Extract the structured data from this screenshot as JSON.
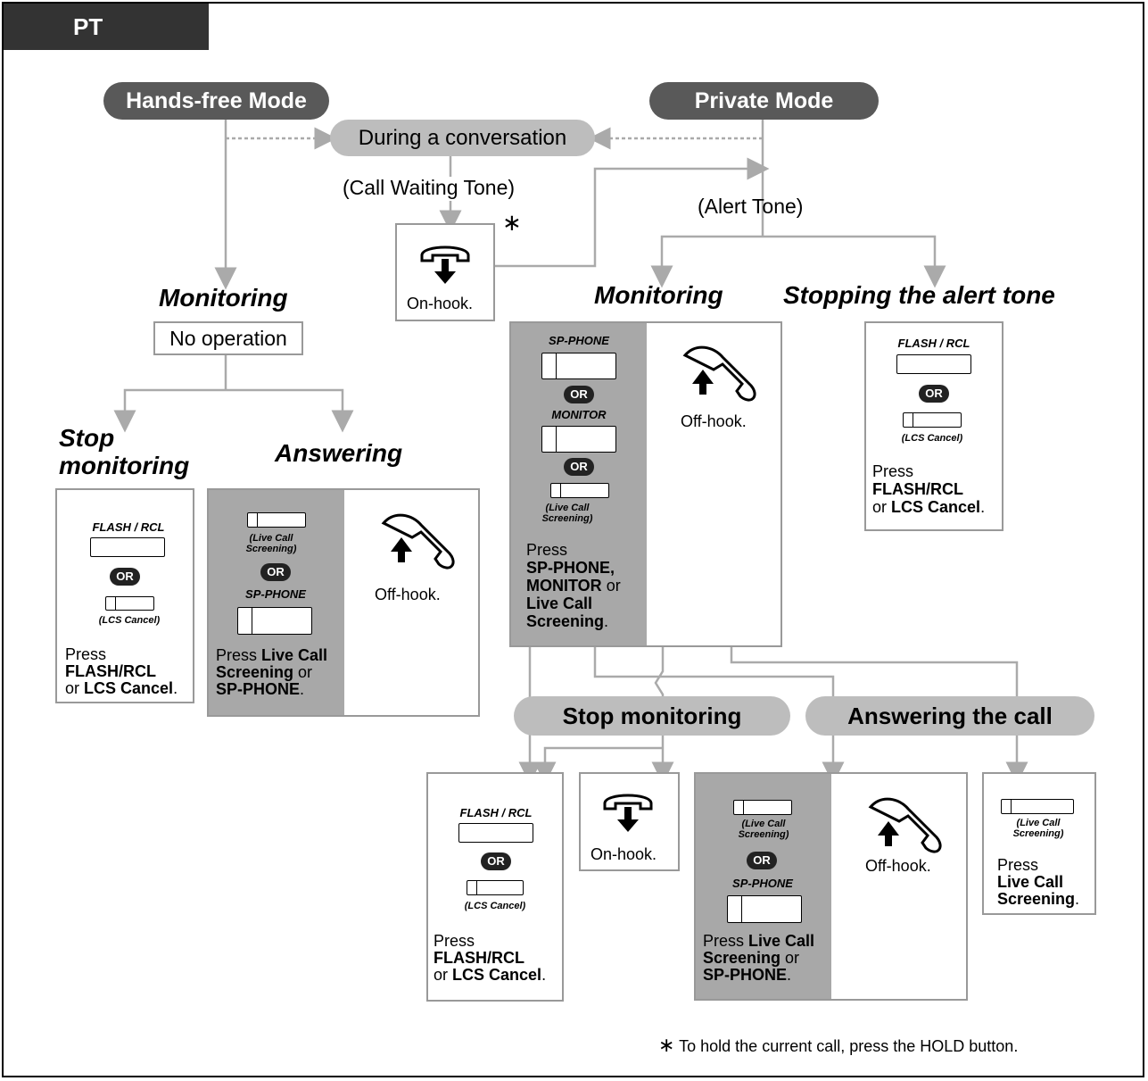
{
  "tab": "PT",
  "modes": {
    "handsfree": "Hands-free Mode",
    "private": "Private Mode"
  },
  "during": "During a conversation",
  "call_waiting_tone": "(Call Waiting Tone)",
  "alert_tone": "(Alert Tone)",
  "asterisk": "∗",
  "onhook": "On-hook.",
  "offhook": "Off-hook.",
  "headings": {
    "monitoring": "Monitoring",
    "stopping_alert": "Stopping the alert tone",
    "stop_monitoring_1": "Stop",
    "stop_monitoring_2": "monitoring",
    "answering": "Answering",
    "stop_monitoring_pill": "Stop monitoring",
    "answering_call_pill": "Answering the call"
  },
  "no_operation": "No operation",
  "keys": {
    "flash": "FLASH / RCL",
    "sp_phone": "SP-PHONE",
    "monitor": "MONITOR",
    "or": "OR",
    "live_call_1": "(Live Call",
    "live_call_2": "Screening)",
    "lcs_cancel": "(LCS Cancel)"
  },
  "press": {
    "press": "Press",
    "flash_rcl": "FLASH/RCL",
    "or": "or",
    "lcs_cancel": "LCS Cancel",
    "period": ".",
    "live_call": "Live Call",
    "screening": "Screening",
    "sp_phone": "SP-PHONE",
    "sp_phone_comma": "SP-PHONE,",
    "monitor": "MONITOR",
    "press_live_call": "Press Live Call",
    "screening_or": "Screening or"
  },
  "footnote": "To hold the current call, press the HOLD button."
}
